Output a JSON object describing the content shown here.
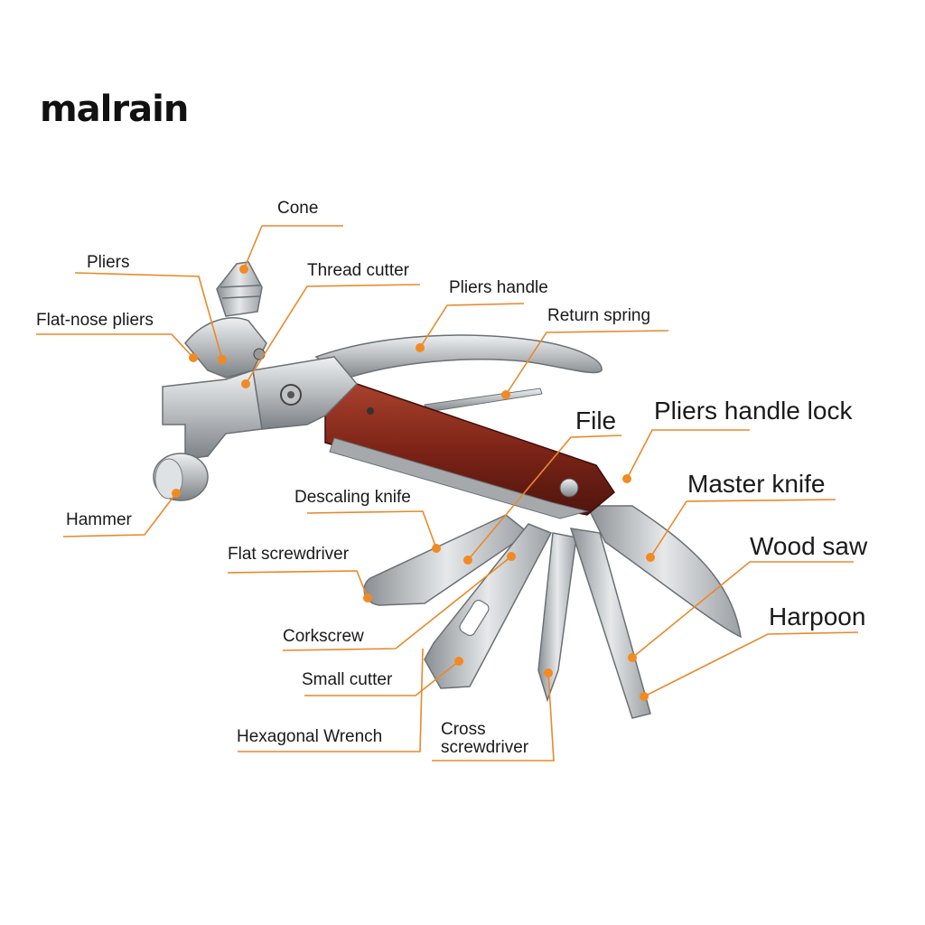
{
  "brand": {
    "logo_text": "malrain"
  },
  "colors": {
    "leader": "#e8892b",
    "dot": "#f28a22",
    "steel": "#c9ccce",
    "wood": "#8b2a1c"
  },
  "labels": {
    "cone": "Cone",
    "pliers": "Pliers",
    "thread_cutter": "Thread cutter",
    "pliers_handle": "Pliers handle",
    "flat_nose_pliers": "Flat-nose pliers",
    "return_spring": "Return spring",
    "file": "File",
    "pliers_handle_lock": "Pliers handle lock",
    "master_knife": "Master knife",
    "descaling_knife": "Descaling knife",
    "hammer": "Hammer",
    "flat_screwdriver": "Flat screwdriver",
    "wood_saw": "Wood saw",
    "harpoon": "Harpoon",
    "corkscrew": "Corkscrew",
    "small_cutter": "Small cutter",
    "hexagonal_wrench": "Hexagonal Wrench",
    "cross_screwdriver_line1": "Cross",
    "cross_screwdriver_line2": "screwdriver"
  }
}
